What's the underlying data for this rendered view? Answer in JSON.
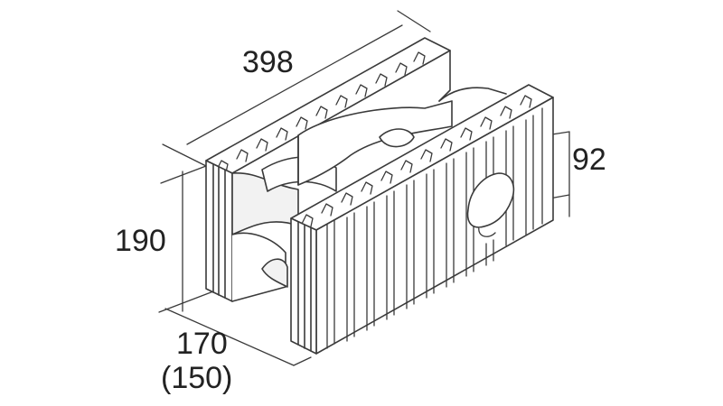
{
  "dimensions": {
    "length": "398",
    "height": "190",
    "width": "170",
    "width_alt": "(150)",
    "web": "92"
  },
  "colors": {
    "line": "#3a3a3a",
    "face": "#ffffff",
    "shade": "#f2f2f2"
  }
}
